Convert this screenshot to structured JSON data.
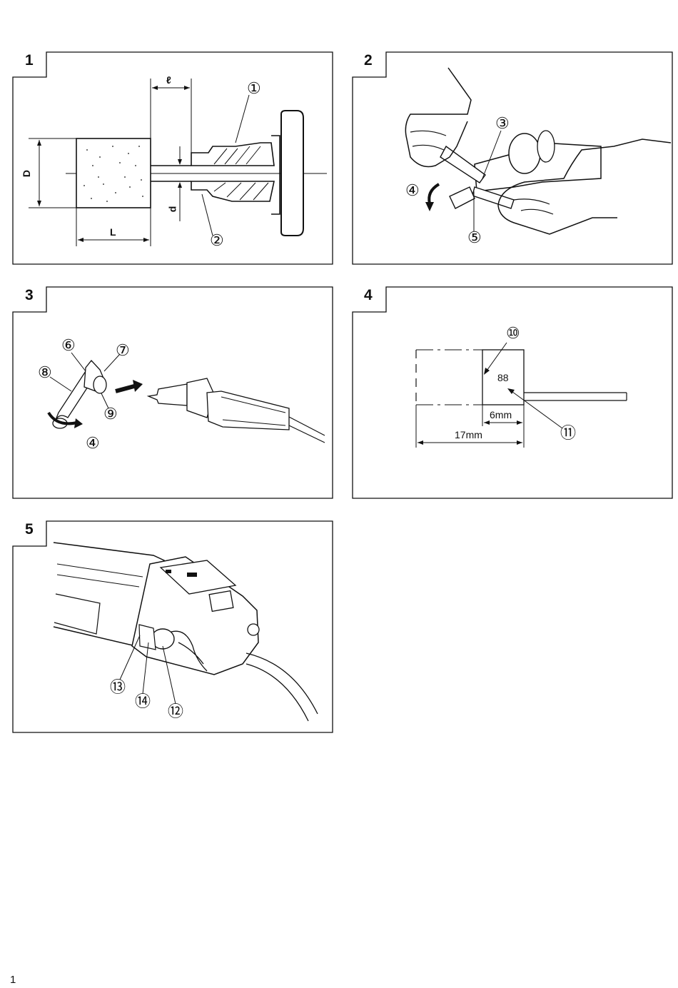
{
  "page_number": "1",
  "figures": [
    {
      "number": "1",
      "dimension_labels": {
        "length_ell": "ℓ",
        "diameter_D": "D",
        "diameter_d": "d",
        "length_L": "L"
      },
      "callouts": [
        "①",
        "②"
      ]
    },
    {
      "number": "2",
      "callouts": [
        "③",
        "④",
        "⑤"
      ]
    },
    {
      "number": "3",
      "callouts": [
        "⑥",
        "⑦",
        "⑧",
        "⑨",
        "④"
      ]
    },
    {
      "number": "4",
      "callouts": [
        "⑩",
        "⑪"
      ],
      "marking": "88",
      "dimensions": {
        "inner": "6mm",
        "outer": "17mm"
      }
    },
    {
      "number": "5",
      "callouts": [
        "⑬",
        "⑭",
        "⑫"
      ]
    }
  ]
}
